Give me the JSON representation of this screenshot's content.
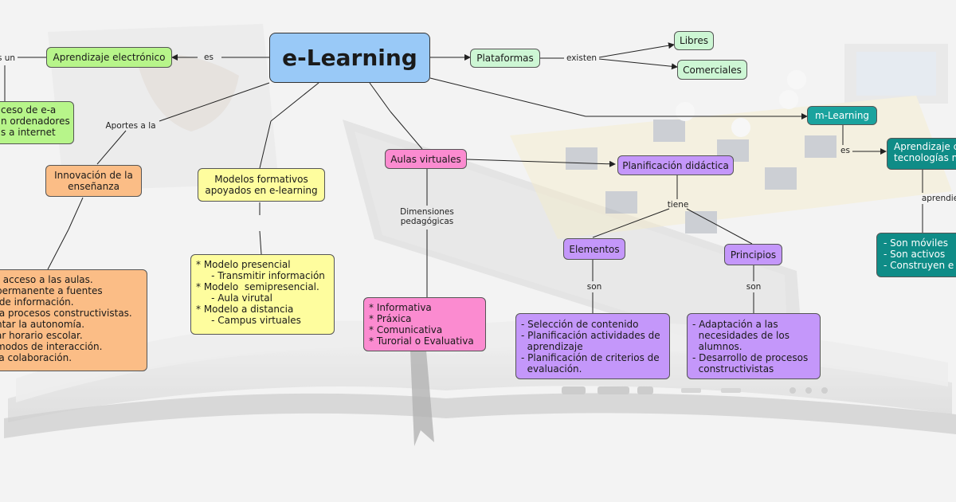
{
  "colors": {
    "main": "#99c9f7",
    "aprendizaje_electronico": "#b7f58a",
    "plataformas": "#cdf6d4",
    "innovacion": "#fbbd86",
    "modelos": "#fefd9e",
    "aulas_virtuales": "#fb8bd0",
    "planificacion": "#c497fa",
    "m_learning": "#1aa39e"
  },
  "nodes": {
    "main": "e-Learning",
    "aprendizaje_electronico": "Aprendizaje electrónico",
    "acceso": "ceso de e-a\nn ordenadores\ns a internet",
    "plataformas": "Plataformas",
    "libres": "Libres",
    "comerciales": "Comerciales",
    "m_learning": "m-Learning",
    "aprendizaje_tecnologias": "Aprendizaje c\ntecnologías m",
    "moviles_list": "- Son móviles\n- Son activos\n- Construyen e",
    "innovacion": "Innovación de la\nenseñanza",
    "innovacion_list": "r acceso a las aulas.\npermanente a fuentes\n de información.\n a procesos constructivistas.\nntar la autonomía.\nar horario escolar.\nmodos de interacción.\nla colaboración.",
    "modelos": "Modelos formativos\napoyados en e-learning",
    "modelos_list": "* Modelo presencial\n     - Transmitir información\n* Modelo  semipresencial.\n     - Aula virutal\n* Modelo a distancia\n     - Campus virtuales",
    "aulas_virtuales": "Aulas virtuales",
    "dimensiones_list": "* Informativa\n* Práxica\n* Comunicativa\n* Turorial o Evaluativa",
    "planificacion": "Planificación didáctica",
    "elementos": "Elementos",
    "principios": "Principios",
    "elementos_list": "- Selección de contenido\n- Planificación actividades de\n  aprendizaje\n- Planificación de criterios de\n  evaluación.",
    "principios_list": "- Adaptación a las\n  necesidades de los\n  alumnos.\n- Desarrollo de procesos\n  constructivistas"
  },
  "links": {
    "es_un": "s un",
    "es": "es",
    "existen": "existen",
    "aportes": "Aportes a la",
    "dimensiones": "Dimensiones\npedagógicas",
    "tiene": "tiene",
    "son_elementos": "son",
    "son_principios": "son",
    "es_m": "es",
    "aprende": "aprendie"
  }
}
